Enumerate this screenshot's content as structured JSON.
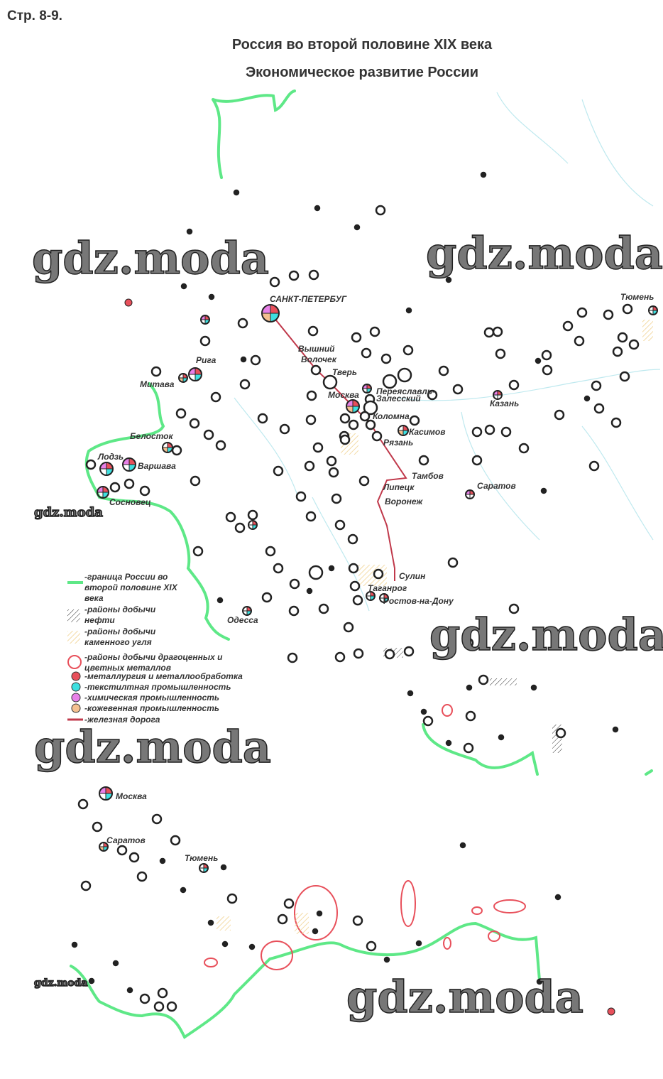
{
  "header": {
    "page_ref": "Стр. 8-9.",
    "title": "Россия во второй половине XIX века",
    "subtitle": "Экономическое развитие России"
  },
  "colors": {
    "border": "#5ee887",
    "railway": "#c0394b",
    "metallurgy": "#e8505b",
    "textile": "#3de0e0",
    "chemical": "#e880e8",
    "leather": "#f5c090",
    "precious": "#e8505b",
    "river": "#bfe9ef"
  },
  "cities": [
    {
      "name": "САНКТ-ПЕТЕРБУГ"
    },
    {
      "name": "Вышний Волочек"
    },
    {
      "name": "Тверь"
    },
    {
      "name": "Москва"
    },
    {
      "name": "Переяславль-Залесский"
    },
    {
      "name": "Коломна"
    },
    {
      "name": "Касимов"
    },
    {
      "name": "Рязань"
    },
    {
      "name": "Тамбов"
    },
    {
      "name": "Липецк"
    },
    {
      "name": "Воронеж"
    },
    {
      "name": "Сулин"
    },
    {
      "name": "Таганрог"
    },
    {
      "name": "Ростов-на-Дону"
    },
    {
      "name": "Одесса"
    },
    {
      "name": "Рига"
    },
    {
      "name": "Митава"
    },
    {
      "name": "Белосток"
    },
    {
      "name": "Лодзь"
    },
    {
      "name": "Варшава"
    },
    {
      "name": "Сосновец"
    },
    {
      "name": "Казань"
    },
    {
      "name": "Саратов"
    },
    {
      "name": "Тюмень"
    },
    {
      "name": "Москва"
    },
    {
      "name": "Саратов"
    },
    {
      "name": "Тюмень"
    }
  ],
  "legend": [
    {
      "text": "-граница России во второй половине XIX века",
      "symbol": "border-line"
    },
    {
      "text": "-районы добычи нефти",
      "symbol": "oil-hatch"
    },
    {
      "text": "-районы добычи каменного угля",
      "symbol": "coal-hatch"
    },
    {
      "text": "-районы добычи драгоценных и цветных металлов",
      "symbol": "precious-ring"
    },
    {
      "text": "-металлургия и металлообработка",
      "symbol": "red-dot"
    },
    {
      "text": "-текстилтная промышленность",
      "symbol": "cyan-dot"
    },
    {
      "text": "-химическая промышленность",
      "symbol": "pink-dot"
    },
    {
      "text": "-кожевенная промышленность",
      "symbol": "peach-dot"
    },
    {
      "text": "-железная дорога",
      "symbol": "railway-line"
    }
  ],
  "watermark": "gdz.moda"
}
